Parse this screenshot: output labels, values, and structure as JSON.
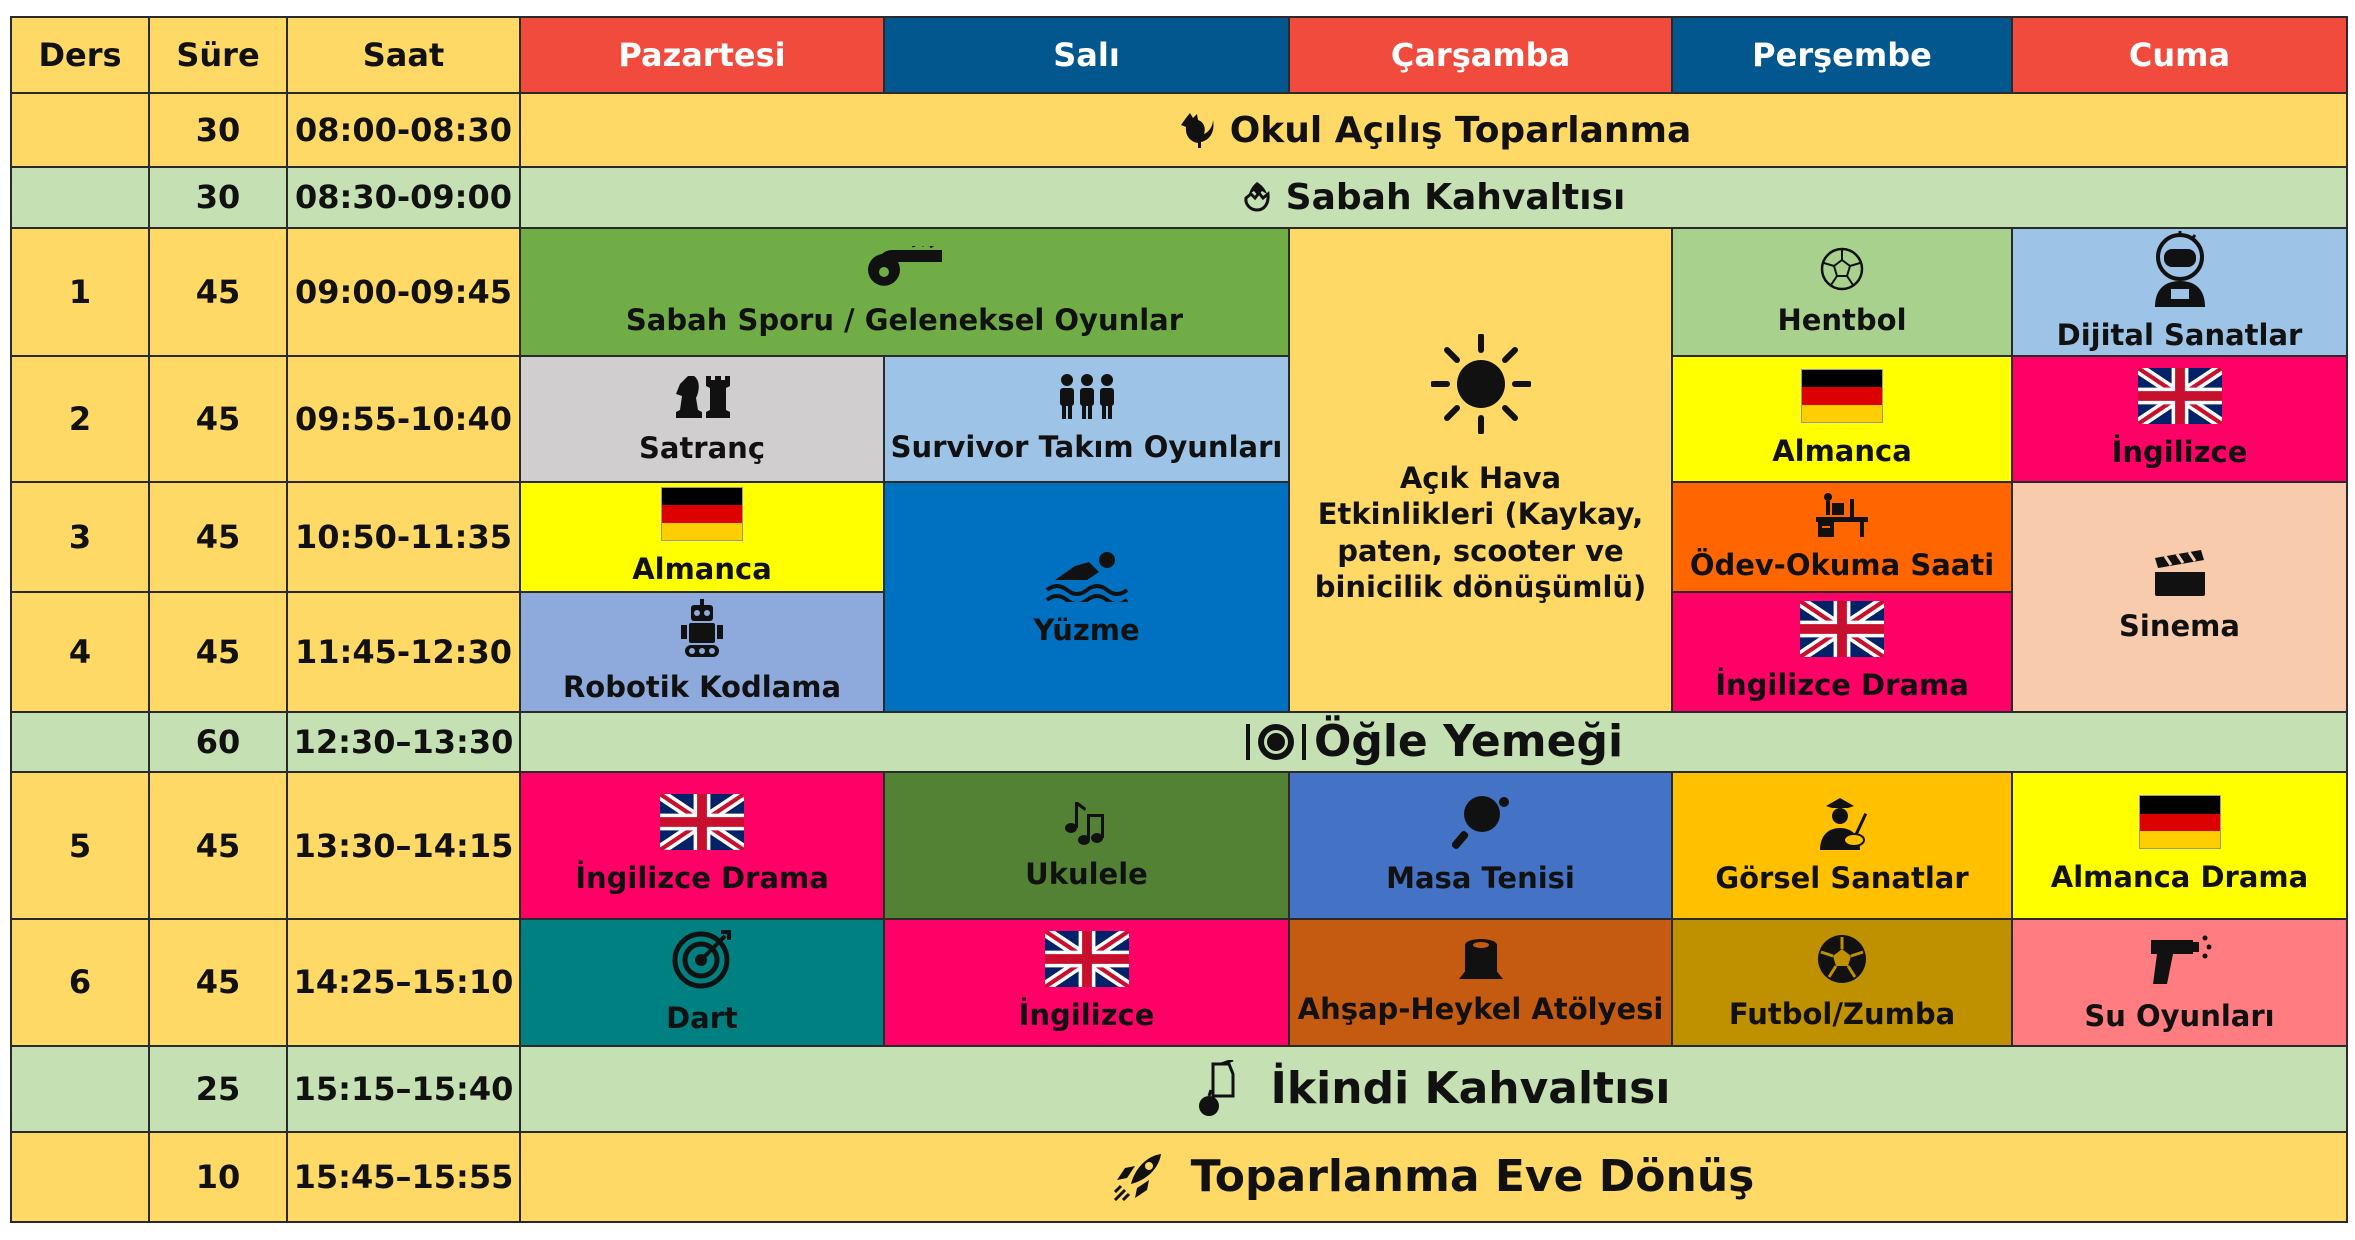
{
  "header": {
    "ders": "Ders",
    "sure": "Süre",
    "saat": "Saat",
    "days": [
      "Pazartesi",
      "Salı",
      "Çarşamba",
      "Perşembe",
      "Cuma"
    ]
  },
  "colors": {
    "label_bg": "#FFD966",
    "green_row": "#C5E0B3",
    "pazartesi": "#F04B3C",
    "sali": "#03578F",
    "carsamba": "#F04B3C",
    "persembe": "#03578F",
    "cuma": "#F04B3C"
  },
  "rows": [
    {
      "ders": "",
      "sure": "30",
      "saat": "08:00-08:30"
    },
    {
      "ders": "",
      "sure": "30",
      "saat": "08:30-09:00"
    },
    {
      "ders": "1",
      "sure": "45",
      "saat": "09:00-09:45"
    },
    {
      "ders": "2",
      "sure": "45",
      "saat": "09:55-10:40"
    },
    {
      "ders": "3",
      "sure": "45",
      "saat": "10:50-11:35"
    },
    {
      "ders": "4",
      "sure": "45",
      "saat": "11:45-12:30"
    },
    {
      "ders": "",
      "sure": "60",
      "saat": "12:30–13:30"
    },
    {
      "ders": "5",
      "sure": "45",
      "saat": "13:30–14:15"
    },
    {
      "ders": "6",
      "sure": "45",
      "saat": "14:25–15:10"
    },
    {
      "ders": "",
      "sure": "25",
      "saat": "15:15–15:40"
    },
    {
      "ders": "",
      "sure": "10",
      "saat": "15:45–15:55"
    }
  ],
  "full_rows": {
    "acilis": {
      "label": "Okul Açılış Toparlanma",
      "icon": "rooster-icon"
    },
    "kahvalti": {
      "label": "Sabah Kahvaltısı",
      "icon": "egg-icon"
    },
    "ogle": {
      "label": "Öğle Yemeği",
      "icon": "plate-cutlery-icon"
    },
    "ikindi": {
      "label": "İkindi Kahvaltısı",
      "icon": "snack-icon"
    },
    "donus": {
      "label": "Toparlanma Eve Dönüş",
      "icon": "rocket-icon"
    }
  },
  "activities": {
    "sabah_sporu": {
      "label": "Sabah Sporu / Geleneksel Oyunlar",
      "icon": "whistle-icon"
    },
    "acik_hava": {
      "label": "Açık Hava Etkinlikleri (Kaykay, paten, scooter ve binicilik dönüşümlü)",
      "icon": "sun-icon"
    },
    "hentbol": {
      "label": "Hentbol",
      "icon": "ball-icon"
    },
    "dijital": {
      "label": "Dijital Sanatlar",
      "icon": "astronaut-icon"
    },
    "satranc": {
      "label": "Satranç",
      "icon": "chess-icon"
    },
    "survivor": {
      "label": "Survivor Takım Oyunları",
      "icon": "team-icon"
    },
    "per_almanca": {
      "label": "Almanca",
      "icon": "german-flag-icon"
    },
    "cuma_ingilizce": {
      "label": "İngilizce",
      "icon": "uk-flag-icon"
    },
    "pzt_almanca": {
      "label": "Almanca",
      "icon": "german-flag-icon"
    },
    "yuzme": {
      "label": "Yüzme",
      "icon": "swimmer-icon"
    },
    "odev": {
      "label": "Ödev-Okuma Saati",
      "icon": "desk-icon"
    },
    "sinema": {
      "label": "Sinema",
      "icon": "clapperboard-icon"
    },
    "robotik": {
      "label": "Robotik Kodlama",
      "icon": "robot-icon"
    },
    "per_drama": {
      "label": "İngilizce Drama",
      "icon": "uk-flag-icon"
    },
    "pzt_drama": {
      "label": "İngilizce Drama",
      "icon": "uk-flag-icon"
    },
    "ukulele": {
      "label": "Ukulele",
      "icon": "music-notes-icon"
    },
    "masa_tenisi": {
      "label": "Masa Tenisi",
      "icon": "ping-pong-icon"
    },
    "gorsel": {
      "label": "Görsel Sanatlar",
      "icon": "painter-icon"
    },
    "almanca_drama": {
      "label": "Almanca Drama",
      "icon": "german-flag-icon"
    },
    "dart": {
      "label": "Dart",
      "icon": "target-icon"
    },
    "sali_ingilizce": {
      "label": "İngilizce",
      "icon": "uk-flag-icon"
    },
    "ahsap": {
      "label": "Ahşap-Heykel Atölyesi",
      "icon": "stump-icon"
    },
    "futbol": {
      "label": "Futbol/Zumba",
      "icon": "soccer-ball-icon"
    },
    "su_oyunlari": {
      "label": "Su Oyunları",
      "icon": "water-gun-icon"
    }
  }
}
